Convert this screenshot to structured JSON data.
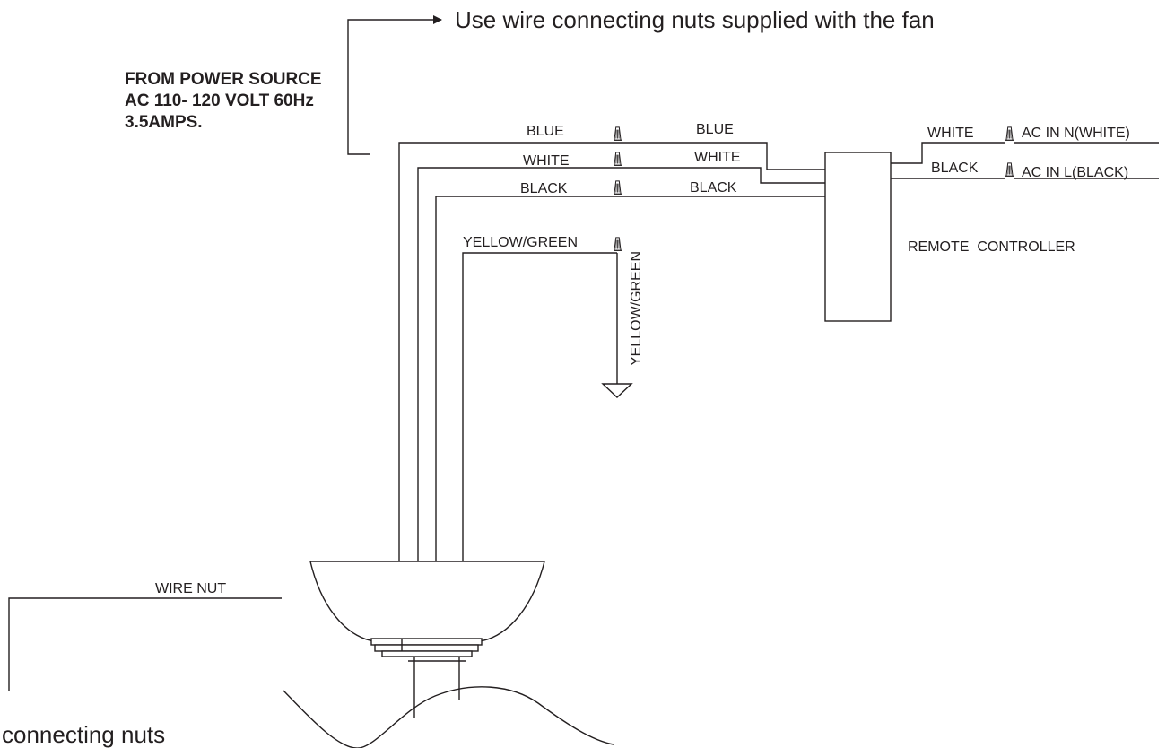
{
  "top_note": "Use wire connecting nuts supplied with the fan",
  "power_source": {
    "line1": "FROM POWER SOURCE",
    "line2": "AC 110- 120 VOLT 60Hz",
    "line3": "3.5AMPS."
  },
  "wires_left": {
    "blue": "BLUE",
    "white": "WHITE",
    "black": "BLACK",
    "ground": "YELLOW/GREEN"
  },
  "wires_right": {
    "blue": "BLUE",
    "white": "WHITE",
    "black": "BLACK"
  },
  "ground_vertical": "YELLOW/GREEN",
  "remote_inputs": {
    "white": "WHITE",
    "white_terminal": "AC IN N(WHITE)",
    "black": "BLACK",
    "black_terminal": "AC IN L(BLACK)"
  },
  "remote_label": "REMOTE  CONTROLLER",
  "wire_nut_label": "WIRE NUT",
  "bottom_note": "connecting nuts"
}
